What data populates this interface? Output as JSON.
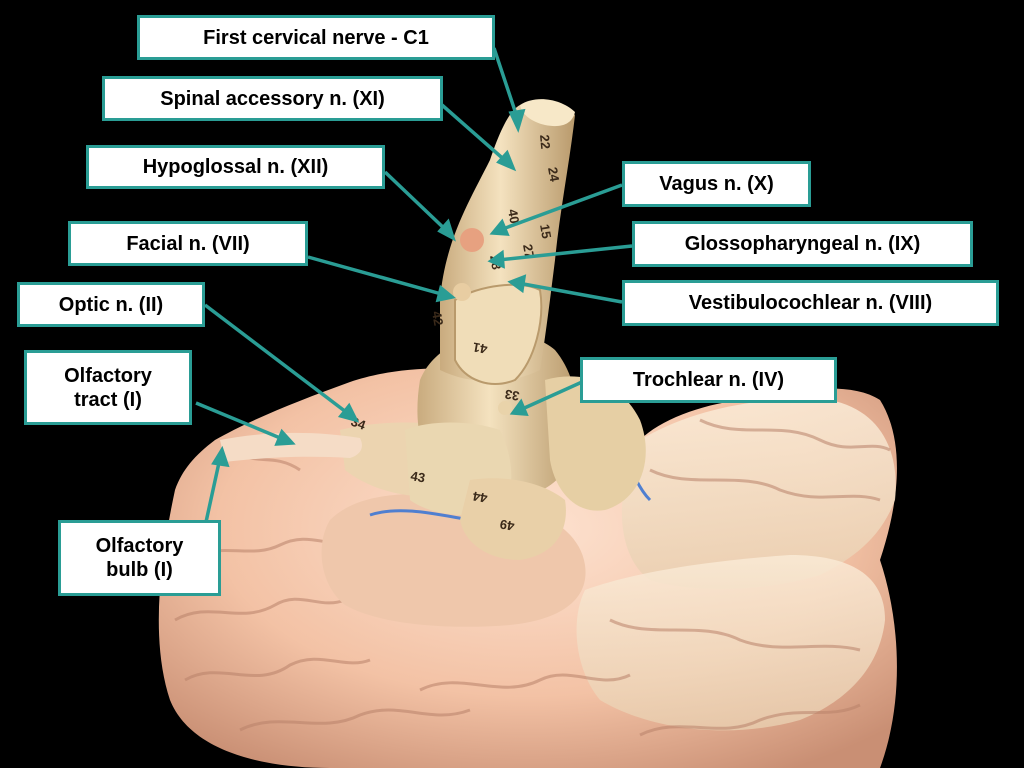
{
  "colors": {
    "background": "#000000",
    "label_border": "#2a9d95",
    "leader_line": "#2a9d95",
    "brain": "#f1c3a8",
    "brainstem": "#eed8b2",
    "vessel": "#4f7fd0"
  },
  "labels": {
    "first_cervical": "First cervical nerve - C1",
    "spinal_accessory": "Spinal accessory n. (XI)",
    "hypoglossal": "Hypoglossal n. (XII)",
    "vagus": "Vagus n. (X)",
    "facial": "Facial n. (VII)",
    "glossopharyngeal": "Glossopharyngeal n. (IX)",
    "optic": "Optic n. (II)",
    "vestibulocochlear": "Vestibulocochlear n. (VIII)",
    "olfactory_tract_line1": "Olfactory",
    "olfactory_tract_line2": "tract (I)",
    "trochlear": "Trochlear n. (IV)",
    "olfactory_bulb_line1": "Olfactory",
    "olfactory_bulb_line2": "bulb (I)"
  },
  "model_numbers": {
    "n1": "22",
    "n2": "24",
    "n3": "27",
    "n4": "15",
    "n5": "28",
    "n6": "40",
    "n7": "42",
    "n8": "41",
    "n9": "33",
    "n10": "43",
    "n11": "44",
    "n12": "49",
    "n13": "34"
  }
}
